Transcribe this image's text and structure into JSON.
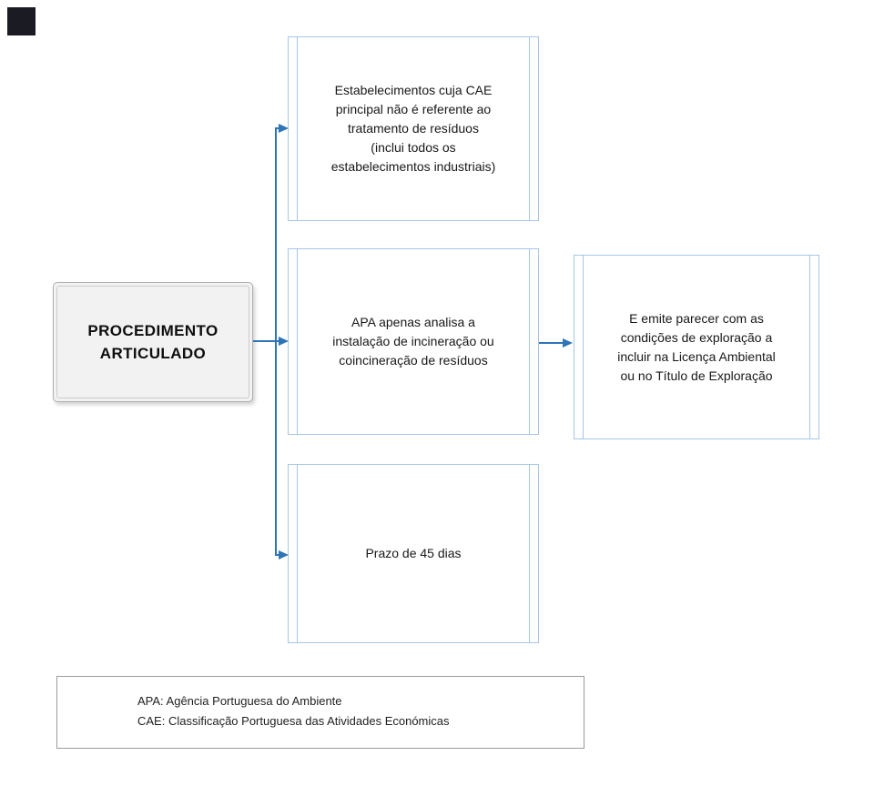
{
  "diagram": {
    "main_box": {
      "label": "PROCEDIMENTO\nARTICULADO"
    },
    "boxes": {
      "top": {
        "text": "Estabelecimentos cuja CAE\nprincipal não é referente ao\ntratamento de resíduos\n(inclui todos os\nestabelecimentos industriais)"
      },
      "middle": {
        "text": "APA apenas analisa a\ninstalação de incineração ou\ncoincineração de resíduos"
      },
      "right": {
        "text": "E emite parecer com as\ncondições de exploração a\nincluir na Licença Ambiental\nou no Título de Exploração"
      },
      "bottom": {
        "text": "Prazo de 45 dias"
      }
    },
    "legend": {
      "line1": "APA: Agência Portuguesa do Ambiente",
      "line2": "CAE: Classificação Portuguesa das Atividades Económicas"
    },
    "colors": {
      "connector_blue": "#2e75b6",
      "process_border_blue": "#a6c6e7",
      "main_box_fill": "#f2f2f2",
      "main_box_border": "#b0b0b0",
      "legend_border": "#9b9b9b",
      "corner_square": "#1b1b24",
      "text": "#181818"
    }
  }
}
